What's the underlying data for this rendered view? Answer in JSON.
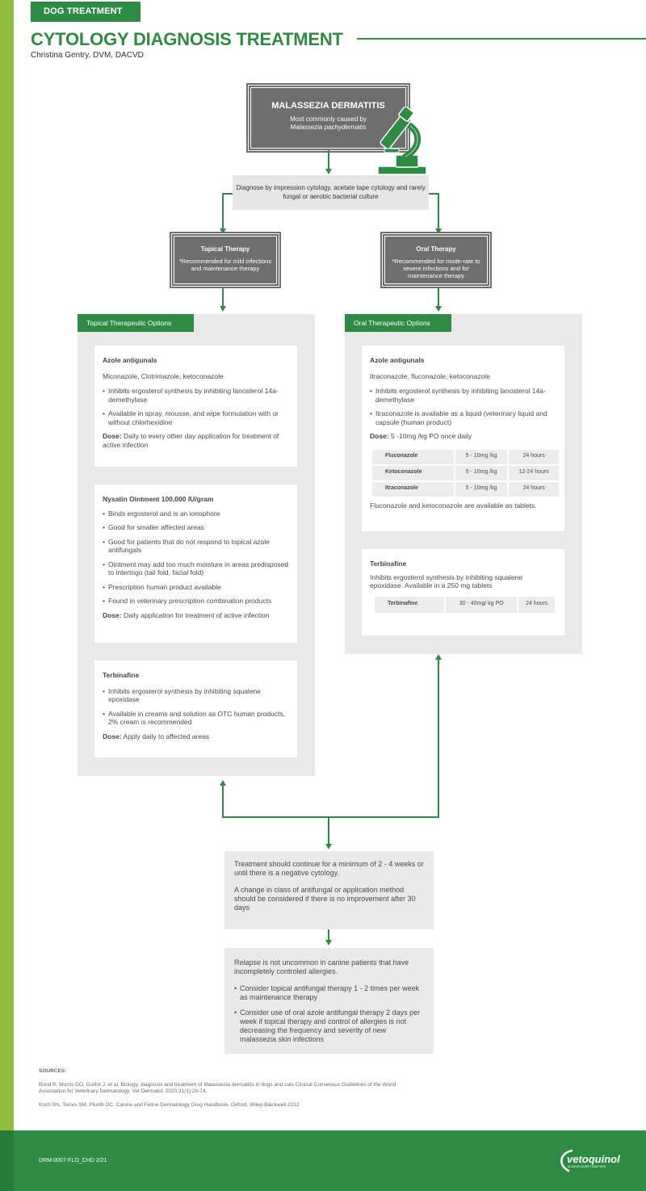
{
  "header": {
    "tag": "DOG TREATMENT",
    "title": "CYTOLOGY DIAGNOSIS TREATMENT",
    "author": "Christina Gentry, DVM, DACVD"
  },
  "main_box": {
    "title": "MALASSEZIA DERMATITIS",
    "subtitle": "Most commonly caused by",
    "organism": "Malassezia pachydermatis"
  },
  "diagnose": "Diagnose by impression cytology, acetate tape cytology and rarely fungal or aerobic bacterial culture",
  "topical_therapy": {
    "title": "Topical Therapy",
    "note": "*Recommended for mild infections and maintenance therapy"
  },
  "oral_therapy": {
    "title": "Oral Therapy",
    "note": "*Recommended for mode-rate to severe infections and for maintenance therapy"
  },
  "topical_options": {
    "tab": "Topical Therapeutic Options",
    "azole": {
      "title": "Azole antigunals",
      "drugs": "Miconazole, Clotrimazole, ketoconazole",
      "bullets": [
        "Inhibits ergosterol synthesis by inhibiting lanosterol 14a-demethylase",
        "Available in spray, mousse, and wipe formulation with or without chlorhexidine"
      ],
      "dose_label": "Dose:",
      "dose": "Daily to every other day application for treatment of active infection"
    },
    "nysatin": {
      "title": "Nysatin Ointment 100,000 IU/gram",
      "bullets": [
        "Binds ergosterol and is an ionophore",
        "Good for smaller affected areas",
        "Good for patients that do not respond to topical azole antifungals",
        "Ointment may add too much moisture in areas predisposed to intertrigo (tail fold, facial fold)",
        "Prescription human product available",
        "Found in veterinary  prescription combination products"
      ],
      "dose_label": "Dose:",
      "dose": "Daily application for treatment of active infection"
    },
    "terbinafine": {
      "title": "Terbinafine",
      "bullets": [
        "Inhibits ergosterol synthesis by inhibiting squalene epoxidase",
        "Available in creams and solution as OTC human products, 2% cream is recommended"
      ],
      "dose_label": "Dose:",
      "dose": "Apply daily to affected areas"
    }
  },
  "oral_options": {
    "tab": "Oral Therapeutic Options",
    "azole": {
      "title": "Azole antigunals",
      "drugs": "Itraconazole, fluconazole, ketoconazole",
      "bullets": [
        "Inhibits ergosterol synthesis by inhibiting lanosterol 14a-demethylase",
        "Itraconazole is available as a liquid (veterinary liquid and capsule (human product)"
      ],
      "dose_label": "Dose:",
      "dose": "5 -10mg /kg PO once daily",
      "table": [
        [
          "Fluconazole",
          "5 - 10mg /kg",
          "24 hours"
        ],
        [
          "Ketoconazole",
          "5 - 10mg /kg",
          "12-24 hours"
        ],
        [
          "Itraconazole",
          "5 - 10mg /kg",
          "24 hours"
        ]
      ],
      "note": "Fluconazole and ketoconazole are available as tablets."
    },
    "terbinafine": {
      "title": "Terbinafine",
      "text": "Inhibits ergosterol synthesis by inhibiting squalene epoxidase. Available in a 250 mg tablets",
      "table": [
        [
          "Terbinafine",
          "30 - 40mg/ kg PO",
          "24 hours"
        ]
      ]
    }
  },
  "treatment": {
    "p1": "Treatment should continue for a minimum of 2 - 4 weeks or until there is a negative cytology.",
    "p2": "A change in class of antifungal or application method should be considered if there is no improvement after 30 days"
  },
  "relapse": {
    "intro": "Relapse is not uncommon in canine patients that have incompletely controled allergies.",
    "bullets": [
      "Consider topical antifungal therapy 1 - 2 times per week as maintenance therapy",
      "Consider use of oral azole antifungal therapy 2 days per week if topical therapy and control of allergies is not decreasing the frequency and severity of new malassezia skin infections"
    ]
  },
  "sources": {
    "title": "SOURCES:",
    "items": [
      "Bond R, Morris DO, Guillot J, et al. Biology, diagnosis and treatment of Malassezia dermatitis in dogs and cats Clinical Consensus Guidelines of the World Association for Veterinary Dermatology. Vet Dermatol. 2020;31(1):28-74.",
      "Koch SN, Torres SM, Plumb DC. Canine and Feline Dermatology Drug Handbook. Oxford, Wiley-Blackwell 2012"
    ]
  },
  "footer": {
    "doc_number": "DRM-0007-FLO_CHD 2/21",
    "logo": "vetoquinol",
    "tagline": "ACHIEVE MORE TOGETHER"
  },
  "colors": {
    "brand_green": "#2e8b44",
    "left_bar": "#8fbe3f",
    "dark_box": "#6e6e6e",
    "panel_grey": "#e9e9e9"
  }
}
